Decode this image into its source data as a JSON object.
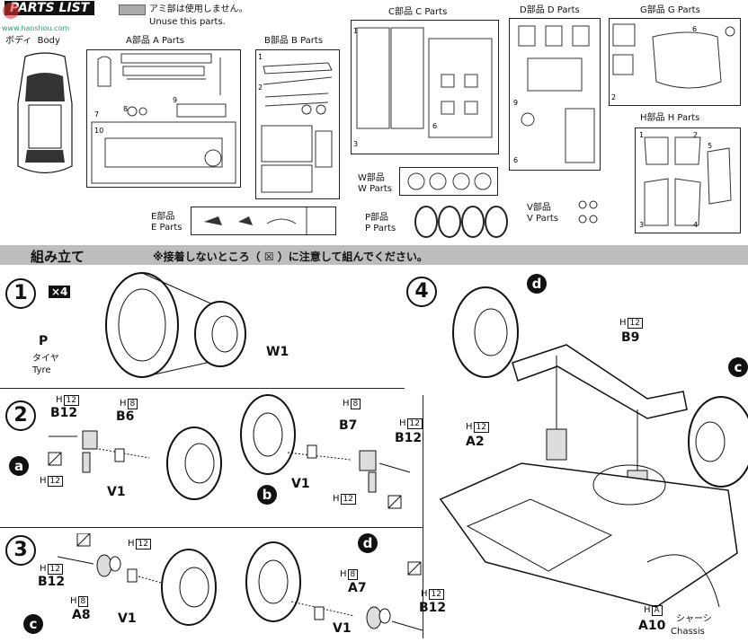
{
  "header": {
    "parts_list": "PARTS LIST",
    "body_jp": "ボディ",
    "body_en": "Body",
    "unuse_jp": "アミ部は使用しません。",
    "unuse_en": "Unuse this parts."
  },
  "sprues": {
    "a": "A部品  A Parts",
    "b": "B部品  B Parts",
    "c": "C部品  C Parts",
    "d": "D部品  D Parts",
    "e_jp": "E部品",
    "e_en": "E Parts",
    "g": "G部品  G Parts",
    "h": "H部品  H Parts",
    "p_jp": "P部品",
    "p_en": "P Parts",
    "v_jp": "V部品",
    "v_en": "V Parts",
    "w_jp": "W部品",
    "w_en": "W Parts"
  },
  "assembly": {
    "title": "組み立て",
    "note": "※接着しないところ（ ☒ ）に注意して組んでください。"
  },
  "step1": {
    "num": "1",
    "qty": "×4",
    "p": "P",
    "tyre_jp": "タイヤ",
    "tyre_en": "Tyre",
    "w1": "W1"
  },
  "step2": {
    "num": "2",
    "b12": "B12",
    "b6": "B6",
    "b7": "B7",
    "b12r": "B12",
    "v1": "V1",
    "v1b": "V1",
    "a": "a",
    "b": "b",
    "h12": "12",
    "h8": "8",
    "hl": "H"
  },
  "step3": {
    "num": "3",
    "b12": "B12",
    "a8": "A8",
    "a7": "A7",
    "b12r": "B12",
    "v1": "V1",
    "v1b": "V1",
    "c": "c",
    "d": "d",
    "h12": "12",
    "h8": "8",
    "hl": "H"
  },
  "step4": {
    "num": "4",
    "d": "d",
    "c": "c",
    "b9": "B9",
    "a2": "A2",
    "a10": "A10",
    "chassis_jp": "シャーシ",
    "chassis_en": "Chassis",
    "h12": "12",
    "ha": "A",
    "hl": "H"
  },
  "watermark": "www.haoshou.com"
}
